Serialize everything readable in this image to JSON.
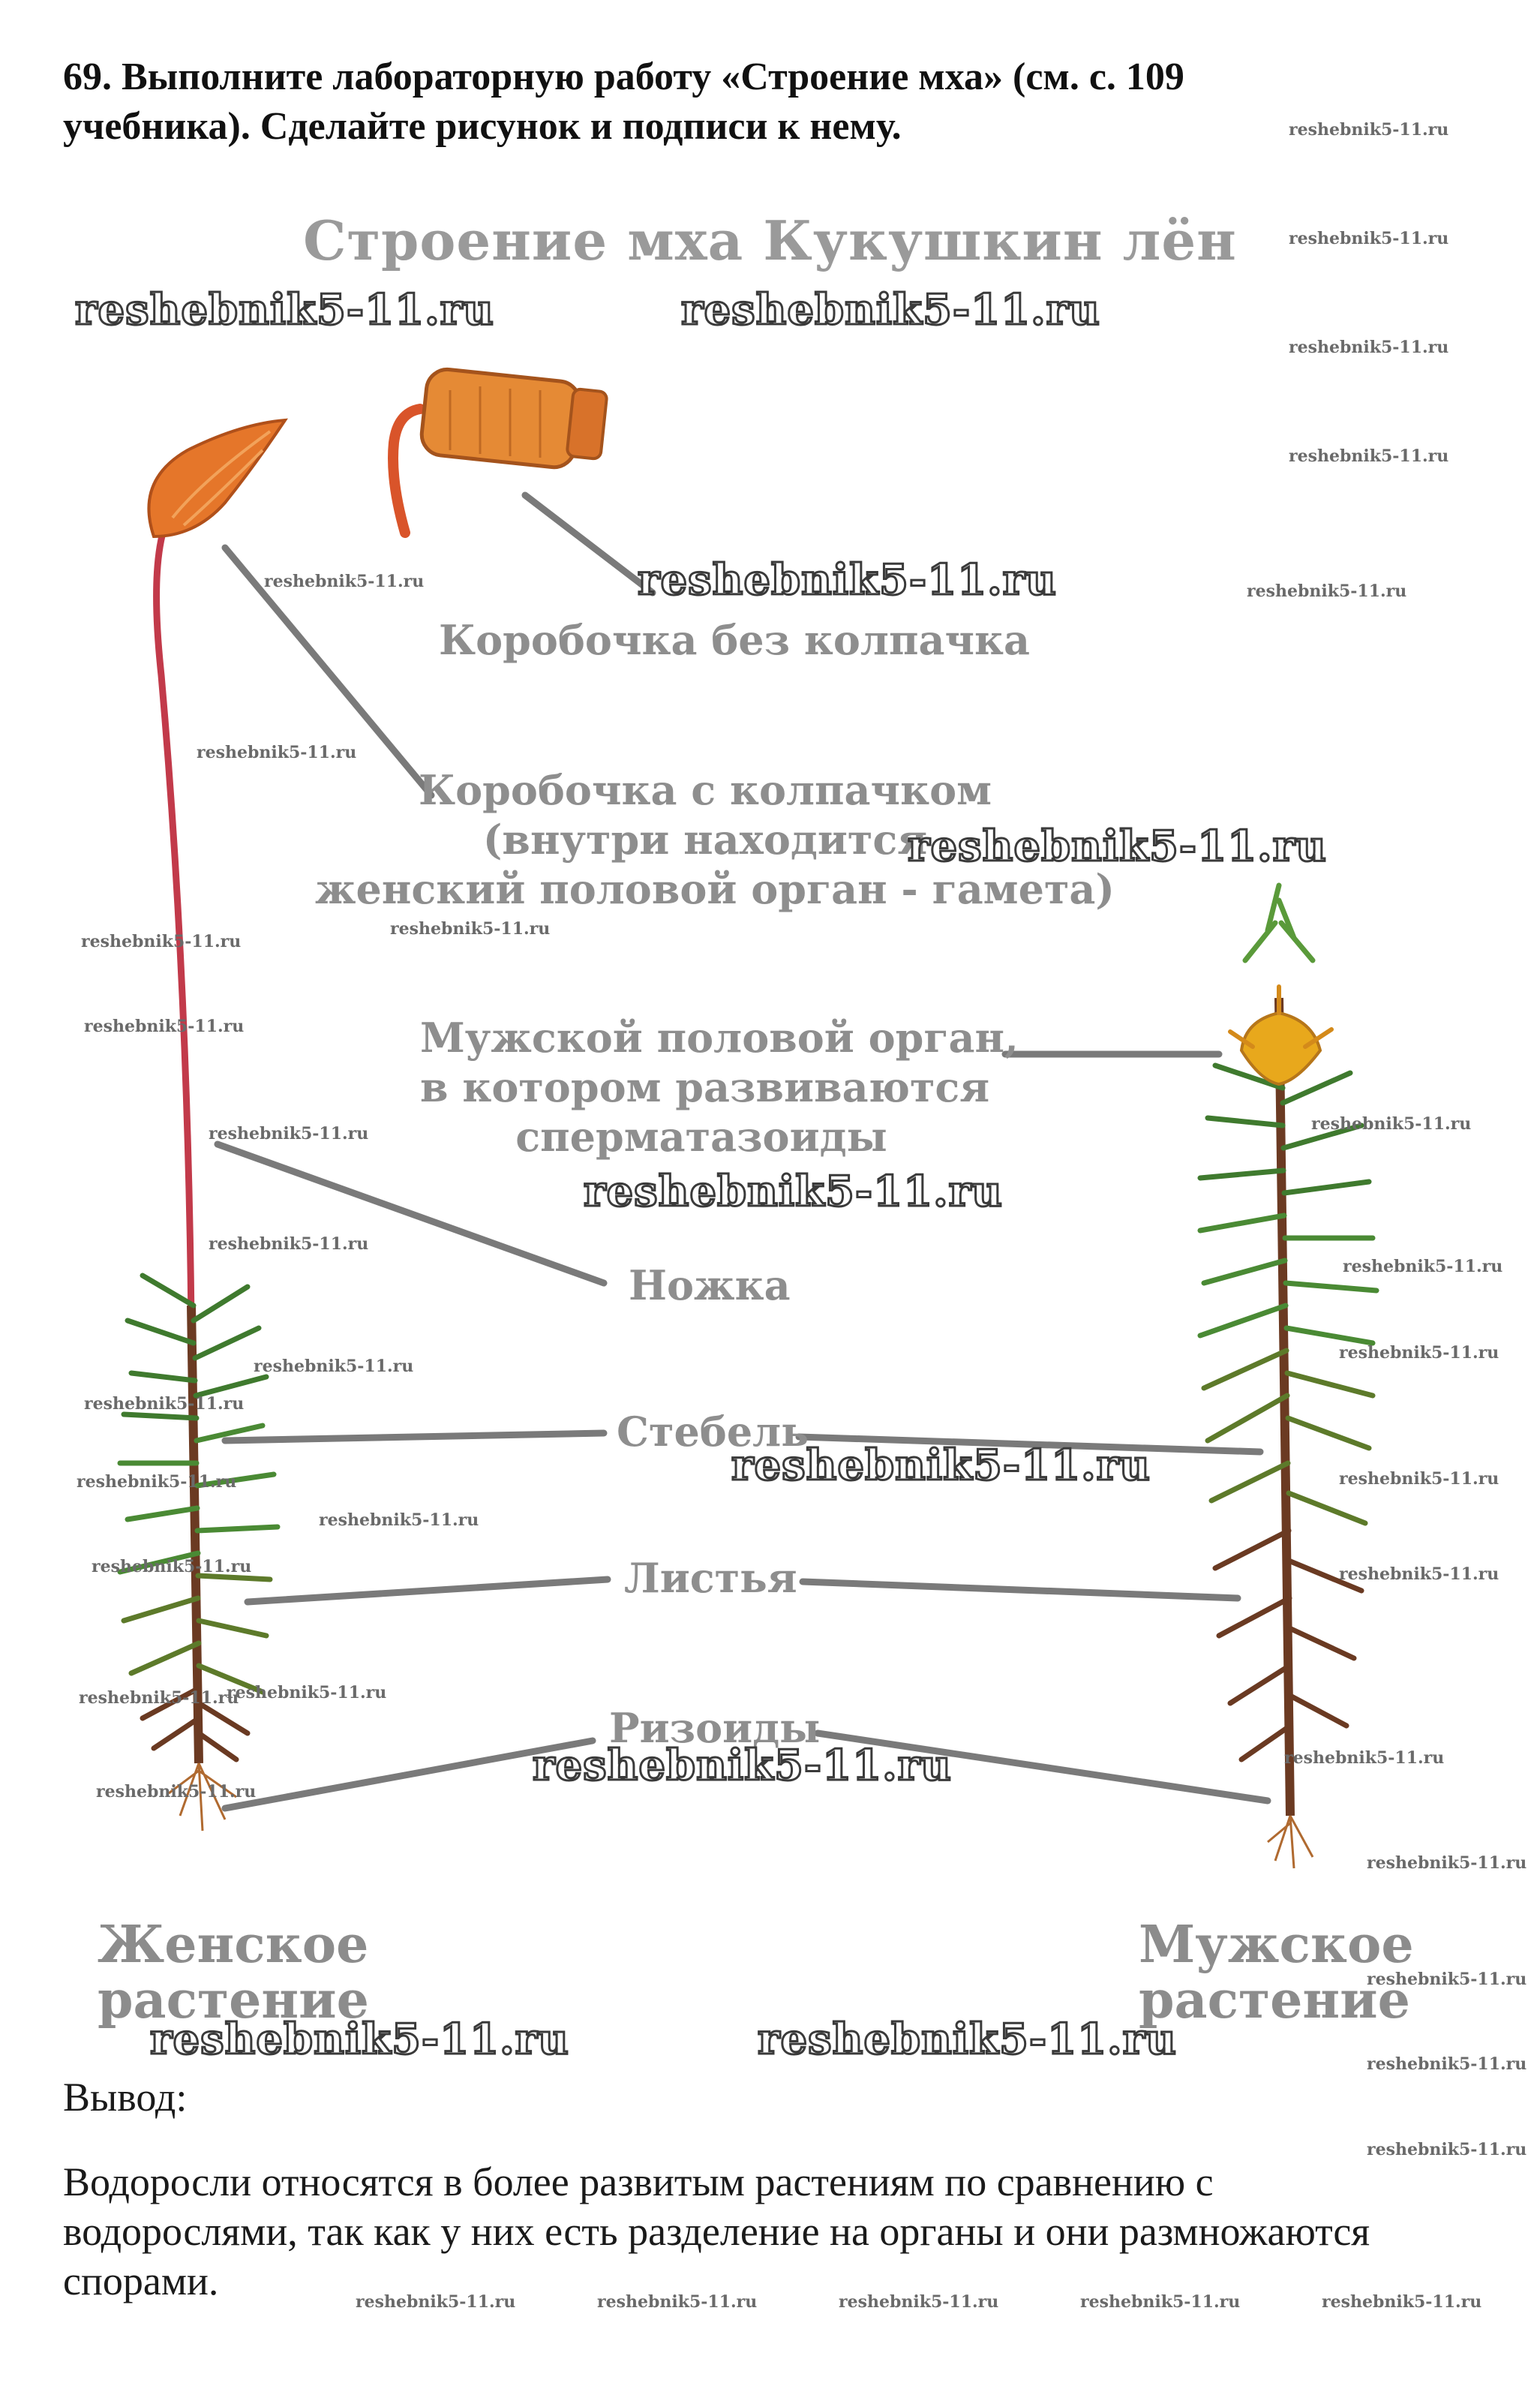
{
  "task": {
    "line1": "69. Выполните лабораторную работу «Строение мха» (см. с. 109",
    "line2": "учебника). Сделайте рисунок и подписи к нему."
  },
  "diagram": {
    "title": "Строение мха Кукушкин лён",
    "labels": {
      "capsule_no_cap": "Коробочка без колпачка",
      "capsule_cap_1": "Коробочка с колпачком",
      "capsule_cap_2": "(внутри находится",
      "capsule_cap_3": "женский половой орган - гамета)",
      "male_organ_1": "Мужской половой орган,",
      "male_organ_2": "в котором развиваются",
      "male_organ_3": "сперматазоиды",
      "stalk": "Ножка",
      "stem": "Стебель",
      "leaves": "Листья",
      "rhizoids": "Ризоиды"
    },
    "female_plant_1": "Женское",
    "female_plant_2": "растение",
    "male_plant_1": "Мужское",
    "male_plant_2": "растение",
    "colors": {
      "label": "#8e8e8e",
      "leader_line": "#7a7a7a",
      "stalk": "#c23a4a",
      "capsule": "#e07828",
      "leaf_green": "#3f7a2e",
      "leaf_dark": "#5a2e1e",
      "male_head": "#e8a81c"
    }
  },
  "conclusion": {
    "heading": "Вывод:",
    "line1": "Водоросли относятся в более развитым растениям по сравнению с",
    "line2": "водорослями, так как у них есть разделение на органы и они размножаются",
    "line3": "спорами."
  },
  "watermark": {
    "text": "reshebnik5-11.ru"
  }
}
